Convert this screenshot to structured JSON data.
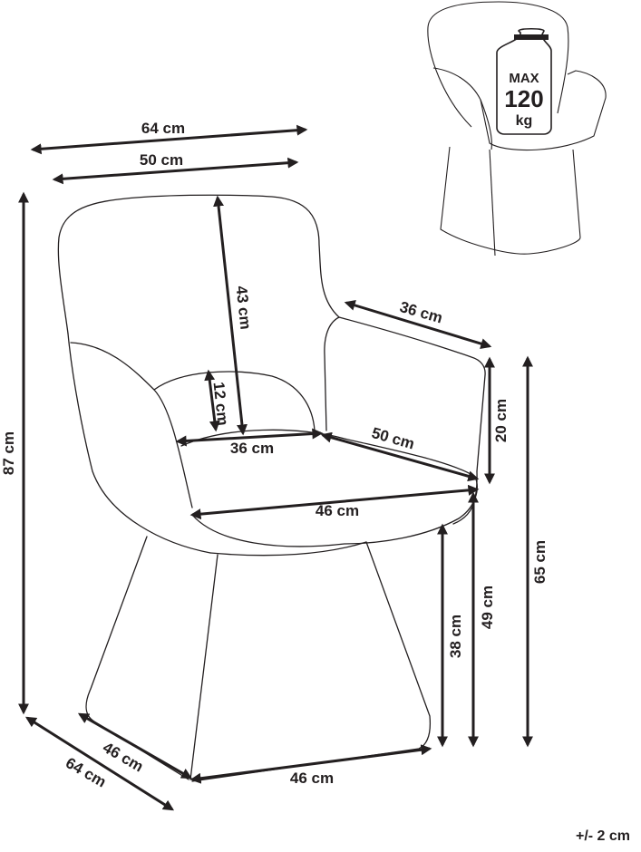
{
  "badge": {
    "line1": "MAX",
    "line2": "120",
    "line3": "kg"
  },
  "dimensions": {
    "overall_width": "64 cm",
    "seat_back_width": "50 cm",
    "total_height": "87 cm",
    "backrest_height": "43 cm",
    "armrest_inner_height": "12 cm",
    "seat_width_inner": "36 cm",
    "armrest_length": "36 cm",
    "seat_depth": "50 cm",
    "armrest_height": "20 cm",
    "seat_front_width": "46 cm",
    "arm_height_total": "65 cm",
    "seat_height_front": "49 cm",
    "base_height": "38 cm",
    "base_depth": "46 cm",
    "overall_depth": "64 cm",
    "base_width": "46 cm"
  },
  "tolerance": "+/- 2 cm"
}
